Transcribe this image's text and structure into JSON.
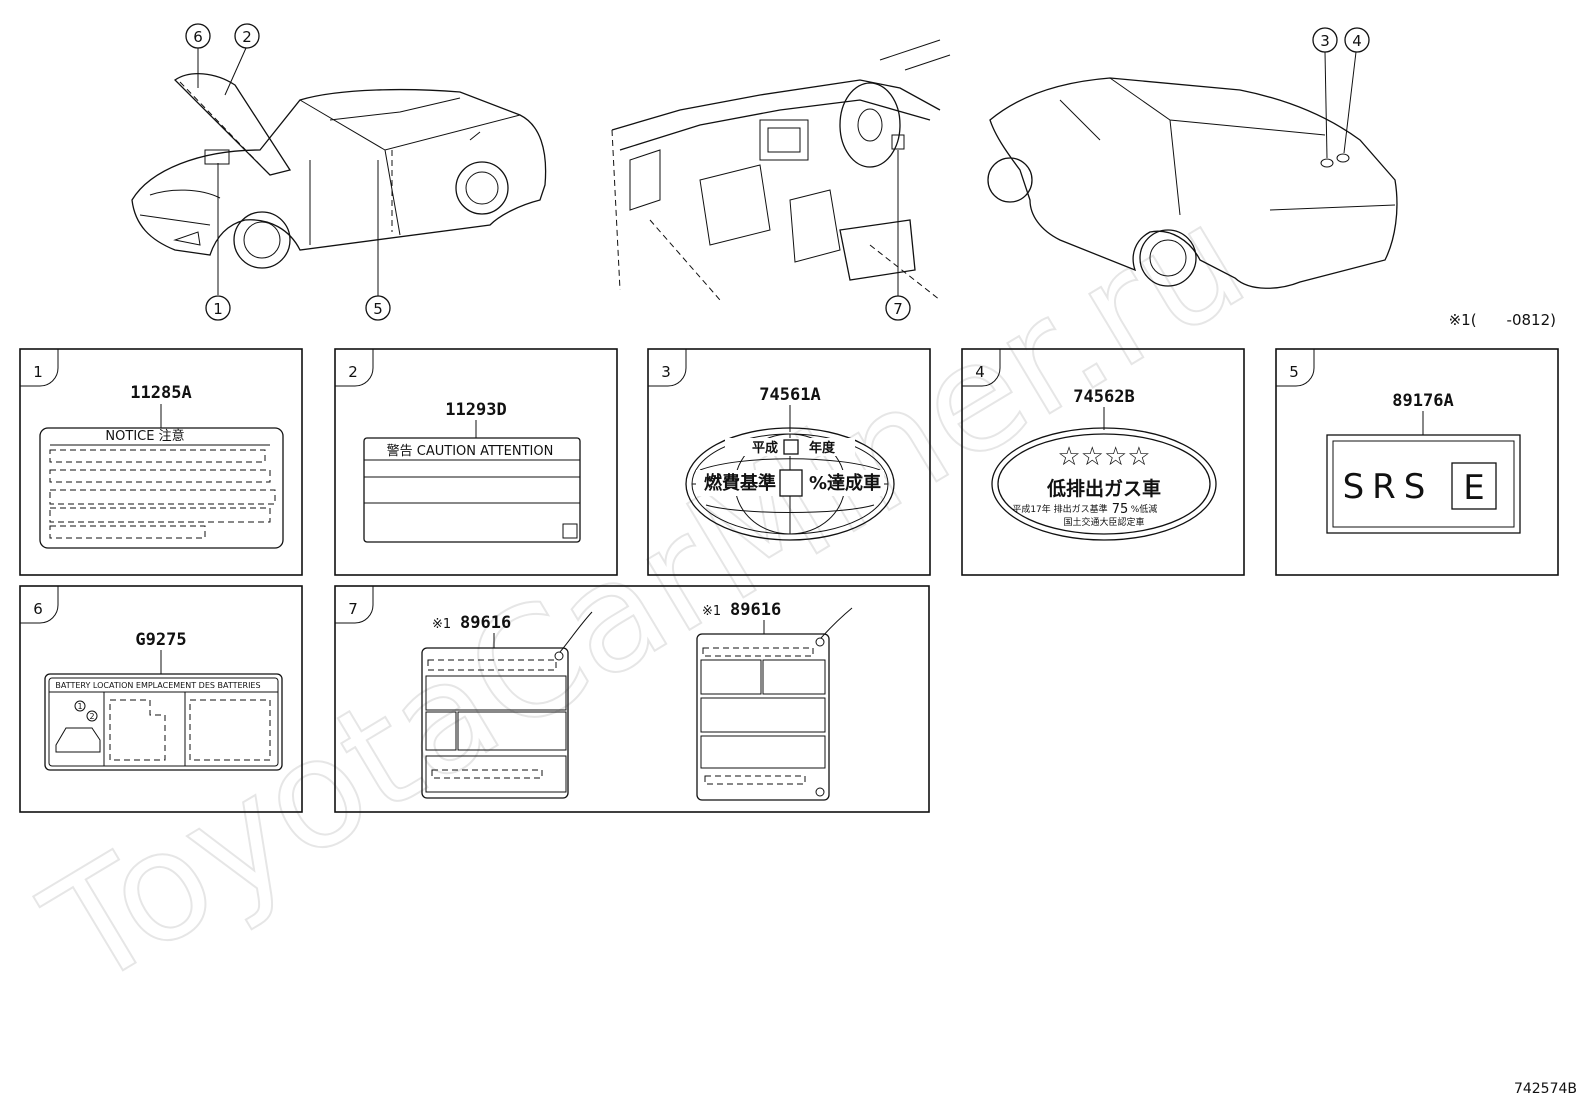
{
  "callouts": [
    "1",
    "2",
    "3",
    "4",
    "5",
    "6",
    "7"
  ],
  "footnote": "※1(　　-0812)",
  "diagram_id": "742574B",
  "watermark": "ToyotaCarMiner.ru",
  "panels": [
    {
      "number": "1",
      "part": "11285A",
      "label_text": "NOTICE 注意"
    },
    {
      "number": "2",
      "part": "11293D",
      "label_text": "警告 CAUTION ATTENTION"
    },
    {
      "number": "3",
      "part": "74561A",
      "line1": "平成",
      "line1b": "年度",
      "line2a": "燃費基準",
      "line2b": "%達成車"
    },
    {
      "number": "4",
      "part": "74562B",
      "stars": "☆☆☆☆",
      "title": "低排出ガス車",
      "sub1": "平成17年 排出ガス基準",
      "sub1num": "75",
      "sub1b": "%低減",
      "sub2": "国土交通大臣認定車"
    },
    {
      "number": "5",
      "part": "89176A",
      "text": "SRS",
      "letter": "E"
    },
    {
      "number": "6",
      "part": "G9275",
      "header": "BATTERY LOCATION  EMPLACEMENT DES BATTERIES",
      "sub_callouts": [
        "1",
        "2"
      ]
    },
    {
      "number": "7",
      "tags": [
        {
          "mark": "※1",
          "part": "89616"
        },
        {
          "mark": "※1",
          "part": "89616"
        }
      ]
    }
  ]
}
